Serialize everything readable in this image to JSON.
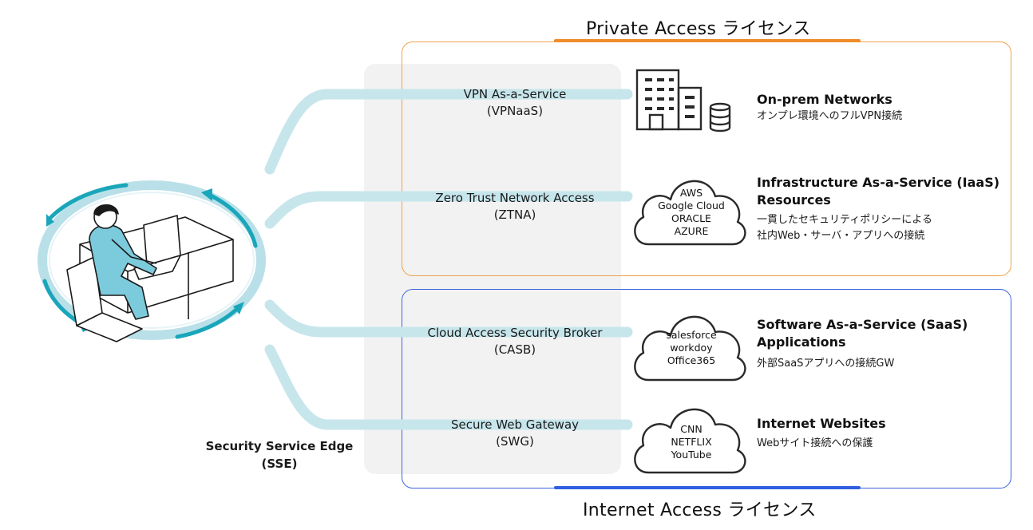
{
  "diagram": {
    "private_access_title": "Private Access ライセンス",
    "internet_access_title": "Internet Access ライセンス",
    "sse_label": [
      "Security Service Edge",
      "(SSE)"
    ],
    "services": [
      {
        "id": "vpnaas",
        "lines": [
          "VPN As-a-Service",
          "(VPNaaS)"
        ]
      },
      {
        "id": "ztna",
        "lines": [
          "Zero Trust Network Access",
          "(ZTNA)"
        ]
      },
      {
        "id": "casb",
        "lines": [
          "Cloud Access Security Broker",
          "(CASB)"
        ]
      },
      {
        "id": "swg",
        "lines": [
          "Secure Web Gateway",
          "(SWG)"
        ]
      }
    ],
    "resources": [
      {
        "id": "onprem",
        "title": [
          "On-prem Networks"
        ],
        "desc": [
          "オンプレ環境へのフルVPN接続"
        ],
        "icon": "building-database-icon"
      },
      {
        "id": "iaas",
        "title": [
          "Infrastructure As-a-Service (IaaS)",
          "Resources"
        ],
        "desc": [
          "一貫したセキュリティポリシーによる",
          "社内Web・サーバ・アプリへの接続"
        ],
        "icon": "cloud-icon",
        "cloud_text": [
          "AWS",
          "Google Cloud",
          "ORACLE",
          "AZURE"
        ]
      },
      {
        "id": "saas",
        "title": [
          "Software As-a-Service (SaaS)",
          "Applications"
        ],
        "desc": [
          "外部SaaSアプリへの接続GW"
        ],
        "icon": "cloud-icon",
        "cloud_text": [
          "salesforce",
          "workdoy",
          "Office365"
        ]
      },
      {
        "id": "web",
        "title": [
          "Internet Websites"
        ],
        "desc": [
          "Webサイト接続への保護"
        ],
        "icon": "cloud-icon",
        "cloud_text": [
          "CNN",
          "NETFLIX",
          "YouTube"
        ]
      }
    ],
    "colors": {
      "private_border": "#f0a04a",
      "private_accent": "#f08c2a",
      "internet_border": "#3a64e0",
      "internet_accent": "#2f5fe0",
      "connector": "#c7e6ec",
      "ring": "#b9e0e8",
      "arrow": "#1aa6ba",
      "panel": "#f2f2f2",
      "person": "#7ccbdc"
    }
  }
}
